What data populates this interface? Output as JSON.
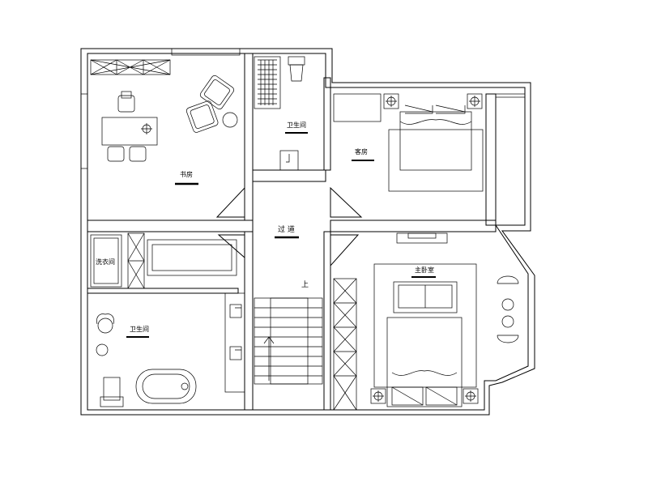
{
  "rooms": {
    "study": "书房",
    "bathroom_small": "卫生间",
    "bedroom_right": "客房",
    "corridor": "过 道",
    "stair_up": "上",
    "bathroom_main": "卫生间",
    "laundry": "洗衣间",
    "master_bedroom": "主卧室"
  },
  "colors": {
    "line": "#000000",
    "background": "#ffffff"
  }
}
